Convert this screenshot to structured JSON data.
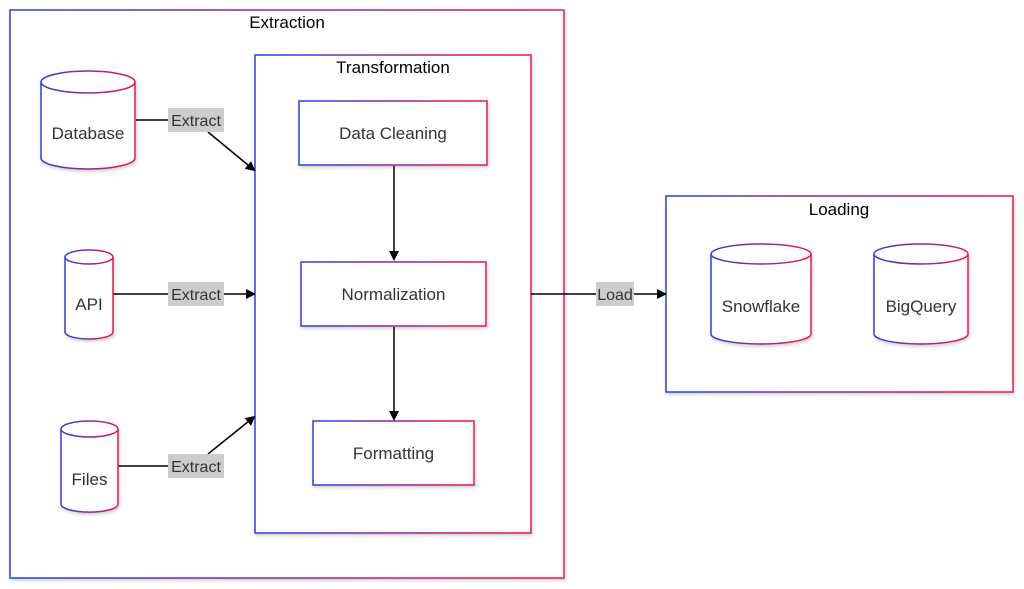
{
  "clusters": {
    "extraction": "Extraction",
    "transformation": "Transformation",
    "loading": "Loading"
  },
  "nodes": {
    "database": "Database",
    "api": "API",
    "files": "Files",
    "data_cleaning": "Data Cleaning",
    "normalization": "Normalization",
    "formatting": "Formatting",
    "snowflake": "Snowflake",
    "bigquery": "BigQuery"
  },
  "edges": {
    "extract_label": "Extract",
    "load_label": "Load"
  },
  "colors": {
    "gradient_start": "#2a3fe0",
    "gradient_end": "#f0124a",
    "edge_label_bg": "#cccccc",
    "edge": "#000000"
  }
}
